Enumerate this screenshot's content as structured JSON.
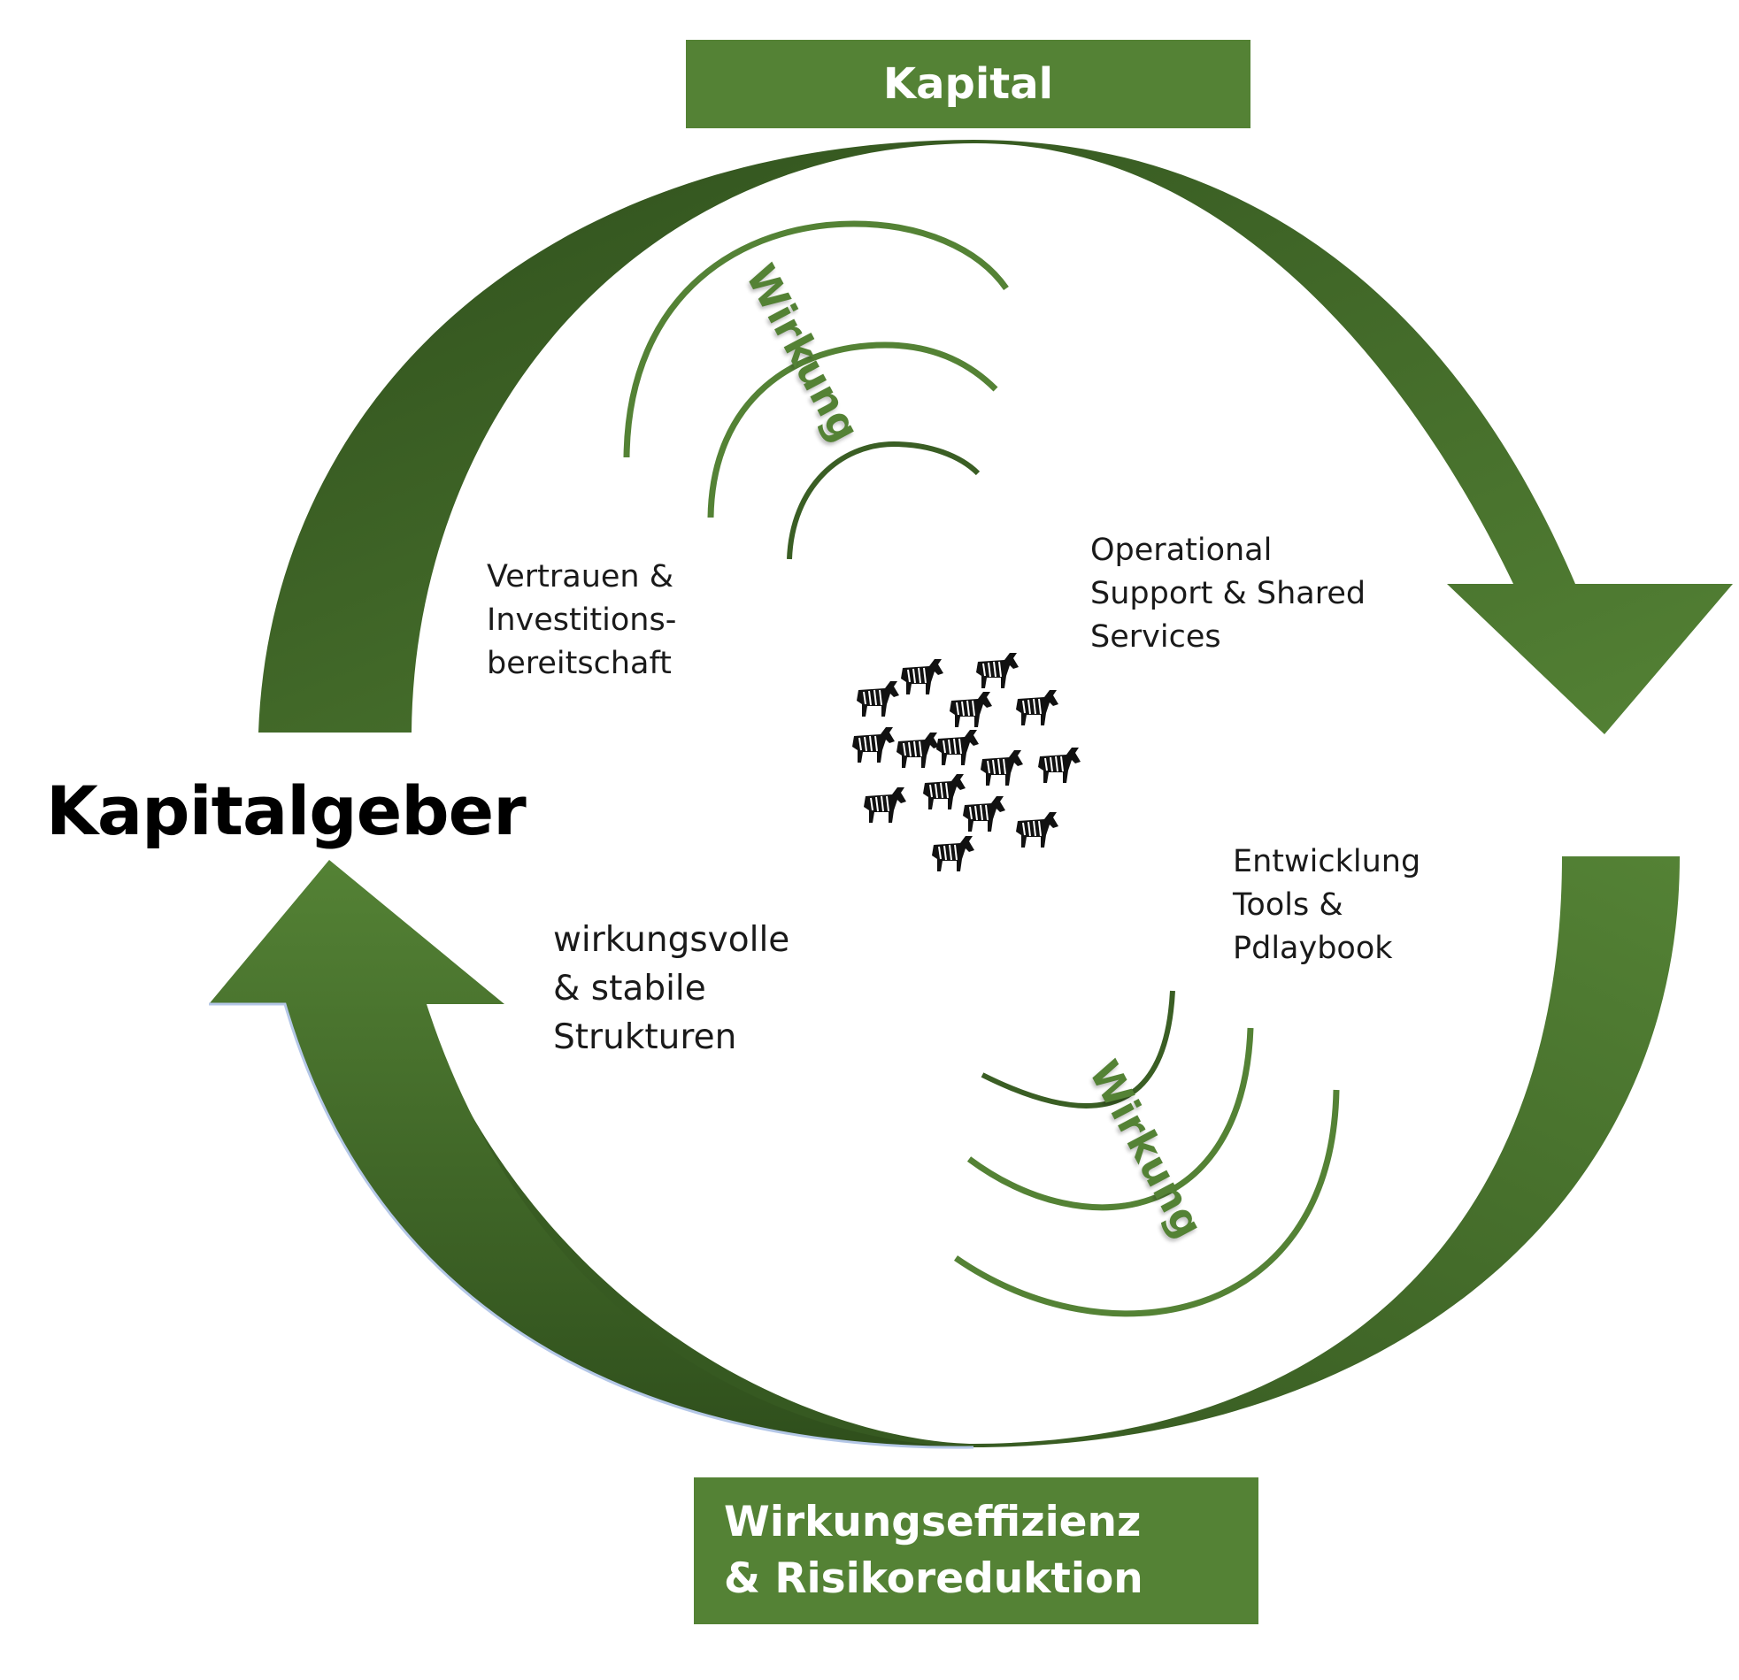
{
  "top_box": {
    "label": "Kapital"
  },
  "bottom_box": {
    "line1": "Wirkungseffizienz",
    "line2": "& Risikoreduktion"
  },
  "left_title": "Kapitalgeber",
  "labels": {
    "vertrauen": [
      "Vertrauen &",
      "Investitions-",
      "bereitschaft"
    ],
    "operational": [
      "Operational",
      "Support &  Shared",
      "Services"
    ],
    "entwicklung": [
      "Entwicklung",
      "Tools &",
      "Pdlaybook"
    ],
    "strukturen": [
      "wirkungsvolle",
      "& stabile",
      "Strukturen"
    ]
  },
  "wirkung_top": "Wirkung",
  "wirkung_bottom": "Wirkung",
  "colors": {
    "arrow_light": "#548235",
    "arrow_dark": "#2f4f1c",
    "arc": "#548235",
    "arc_dark": "#3a5e24",
    "box": "#548235"
  },
  "icons": {
    "center": "zebra-herd-icon"
  }
}
